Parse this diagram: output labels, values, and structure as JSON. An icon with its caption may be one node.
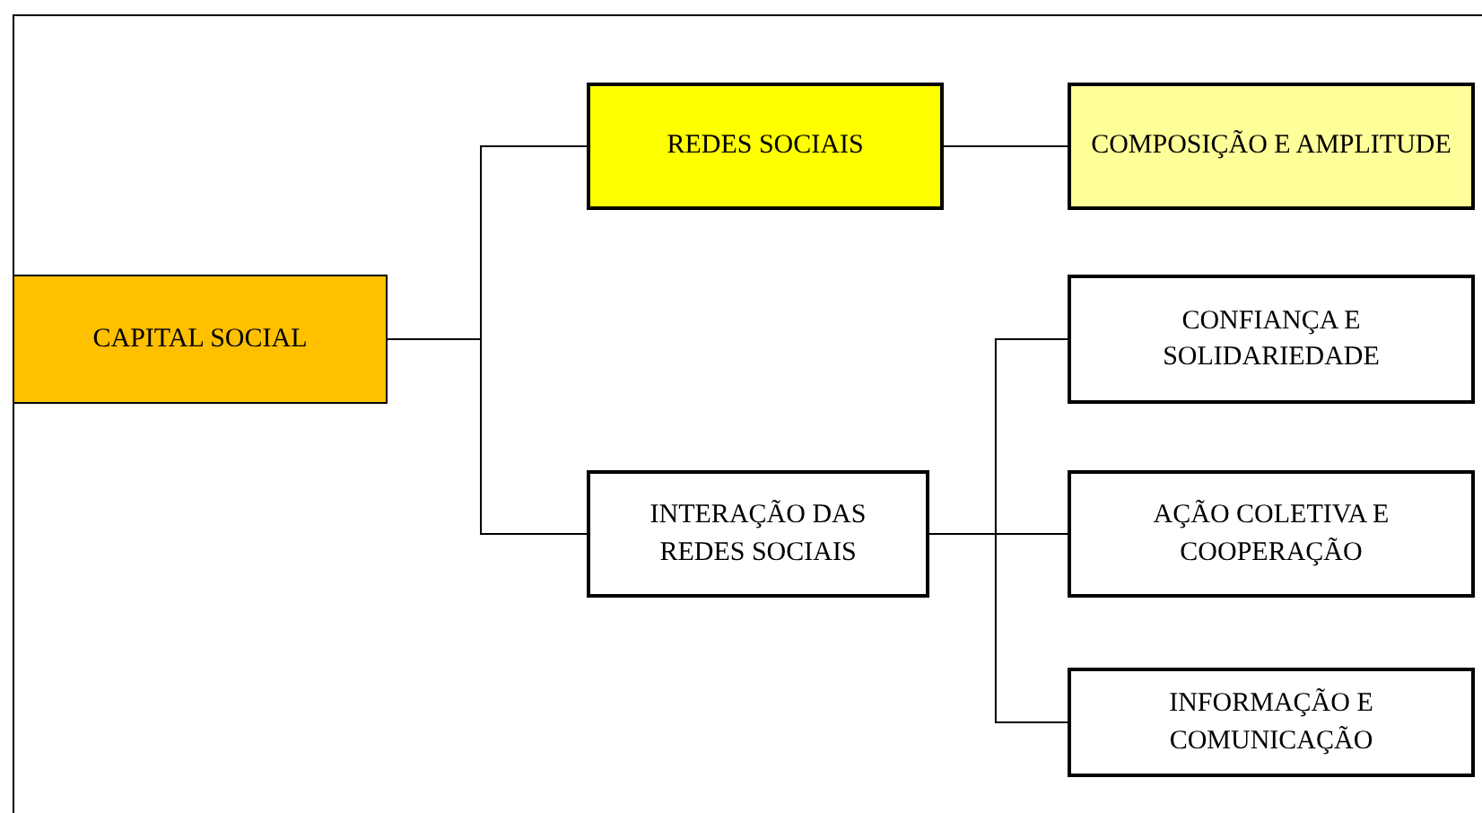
{
  "diagram": {
    "nodes": [
      {
        "text": [
          "CAPITAL SOCIAL"
        ]
      },
      {
        "text": [
          "REDES SOCIAIS"
        ]
      },
      {
        "text": [
          "COMPOSIÇÃO E AMPLITUDE"
        ]
      },
      {
        "text": [
          "INTERAÇÃO DAS REDES SOCIAIS"
        ]
      },
      {
        "text": [
          "CONFIANÇA E SOLIDARIEDADE"
        ]
      },
      {
        "text": [
          "AÇÃO COLETIVA E COOPERAÇÃO"
        ]
      },
      {
        "text": [
          "INFORMAÇÃO E COMUNICAÇÃO"
        ]
      }
    ],
    "edges": [
      {
        "from": 0,
        "to": 1,
        "arrow": "none"
      },
      {
        "from": 0,
        "to": 3,
        "arrow": "none"
      },
      {
        "from": 1,
        "to": 2,
        "arrow": "none"
      },
      {
        "from": 3,
        "to": 4,
        "arrow": "none"
      },
      {
        "from": 3,
        "to": 5,
        "arrow": "none"
      },
      {
        "from": 3,
        "to": 6,
        "arrow": "none"
      }
    ]
  }
}
